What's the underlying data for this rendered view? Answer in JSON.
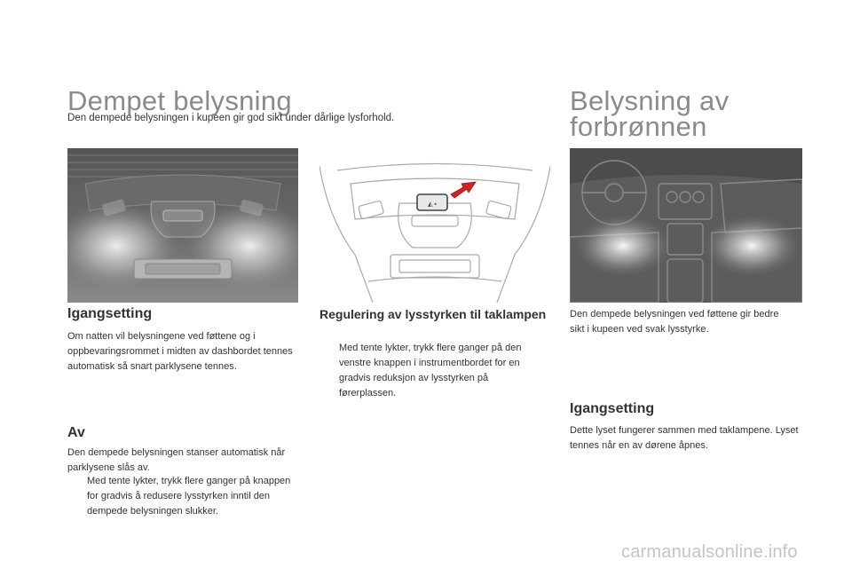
{
  "left": {
    "title": "Dempet belysning",
    "intro": "Den dempede belysningen i kupeen gir god sikt under dårlige lysforhold.",
    "igangsetting": {
      "heading": "Igangsetting",
      "text": "Om natten vil belysningene ved føttene og i oppbevaringsrommet i midten av dashbordet tennes automatisk så snart parklysene tennes."
    },
    "av": {
      "heading": "Av",
      "text": "Den dempede belysningen stanser automatisk når parklysene slås av.",
      "bullet_marker": "",
      "bullet": "Med tente lykter, trykk flere ganger på knappen for gradvis å redusere lysstyrken inntil den dempede belysningen slukker."
    }
  },
  "middle": {
    "heading": "Regulering av lysstyrken til taklampen",
    "bullet_marker": "",
    "bullet": "Med tente lykter, trykk flere ganger på den venstre knappen i instrumentbordet for en gradvis reduksjon av lysstyrken på førerplassen."
  },
  "right": {
    "title_line1": "Belysning av",
    "title_line2": "forbrønnen",
    "text": "Den dempede belysningen ved føttene gir bedre sikt i kupeen ved svak lysstyrke.",
    "igangsetting": {
      "heading": "Igangsetting",
      "text": "Dette lyset fungerer sammen med taklampene. Lyset tennes når en av dørene åpnes."
    }
  },
  "watermark": "carmanualsonline.info",
  "colors": {
    "title_gray": "#8a8a8a",
    "arrow_red": "#d62026",
    "photo_dark": "#5a5a5a"
  }
}
